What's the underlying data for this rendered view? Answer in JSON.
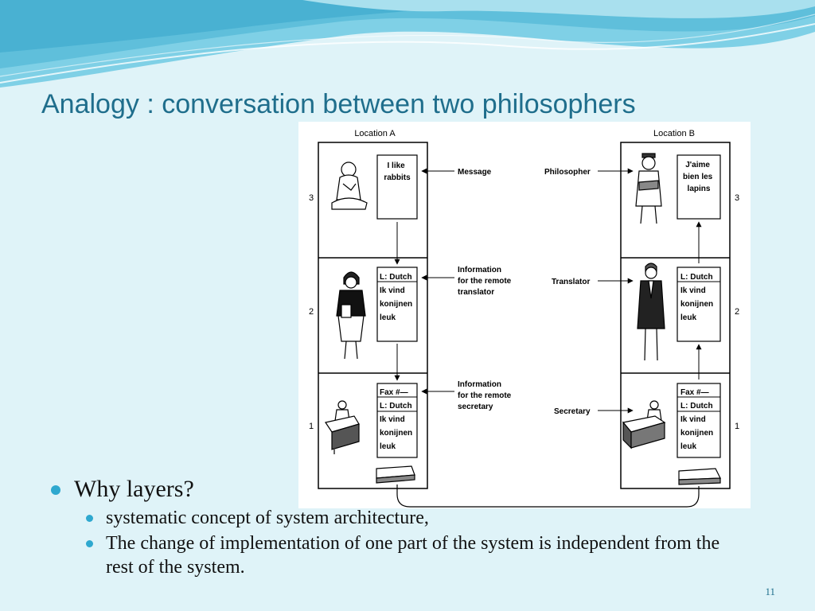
{
  "slide": {
    "title": "Analogy : conversation between two philosophers",
    "page_number": "11",
    "accent_color": "#2ea8cf",
    "title_color": "#1f6e8c"
  },
  "figure": {
    "location_a": "Location A",
    "location_b": "Location B",
    "layer_numbers": [
      "3",
      "2",
      "1"
    ],
    "labels": {
      "message": "Message",
      "info_translator": [
        "Information",
        "for the remote",
        "translator"
      ],
      "info_secretary": [
        "Information",
        "for the remote",
        "secretary"
      ],
      "philosopher": "Philosopher",
      "translator": "Translator",
      "secretary": "Secretary"
    },
    "notes_a": {
      "layer3": [
        "I like",
        "rabbits"
      ],
      "layer2": [
        "L: Dutch",
        "Ik vind",
        "konijnen",
        "leuk"
      ],
      "layer1": [
        "Fax #—",
        "L: Dutch",
        "Ik vind",
        "konijnen",
        "leuk"
      ]
    },
    "notes_b": {
      "layer3": [
        "J'aime",
        "bien les",
        "lapins"
      ],
      "layer2": [
        "L: Dutch",
        "Ik vind",
        "konijnen",
        "leuk"
      ],
      "layer1": [
        "Fax #—",
        "L: Dutch",
        "Ik vind",
        "konijnen",
        "leuk"
      ]
    }
  },
  "bullets": {
    "main": "Why layers?",
    "sub": [
      "systematic concept of system architecture,",
      "The change of implementation of one part of the system is independent from the rest of the system."
    ]
  }
}
